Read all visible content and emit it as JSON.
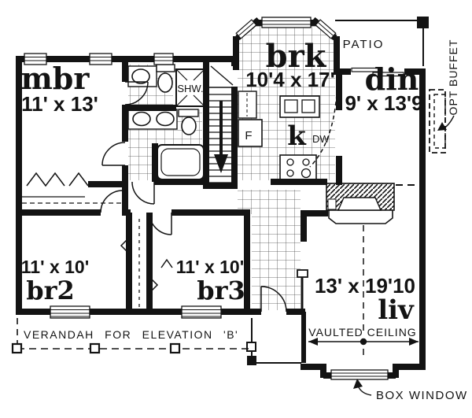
{
  "plan": {
    "rooms": {
      "mbr": {
        "name": "mbr",
        "dims": "11' x 13'"
      },
      "brk": {
        "name": "brk",
        "dims": "10'4 x 17'"
      },
      "din": {
        "name": "din",
        "dims": "9' x 13'9"
      },
      "kitchen": {
        "name": "k"
      },
      "br2": {
        "name": "br2",
        "dims": "11' x 10'"
      },
      "br3": {
        "name": "br3",
        "dims": "11' x 10'"
      },
      "liv": {
        "name": "liv",
        "dims": "13' x 19'10"
      }
    },
    "labels": {
      "patio": "PATIO",
      "opt_buffet": "OPT BUFFET",
      "shower": "SHW.",
      "fridge": "F",
      "dishwasher": "DW",
      "verandah": "VERANDAH FOR ELEVATION 'B'",
      "vaulted_ceiling": "VAULTED CEILING",
      "box_window": "BOX WINDOW"
    },
    "colors": {
      "ink": "#131313",
      "paper": "#ffffff"
    }
  }
}
